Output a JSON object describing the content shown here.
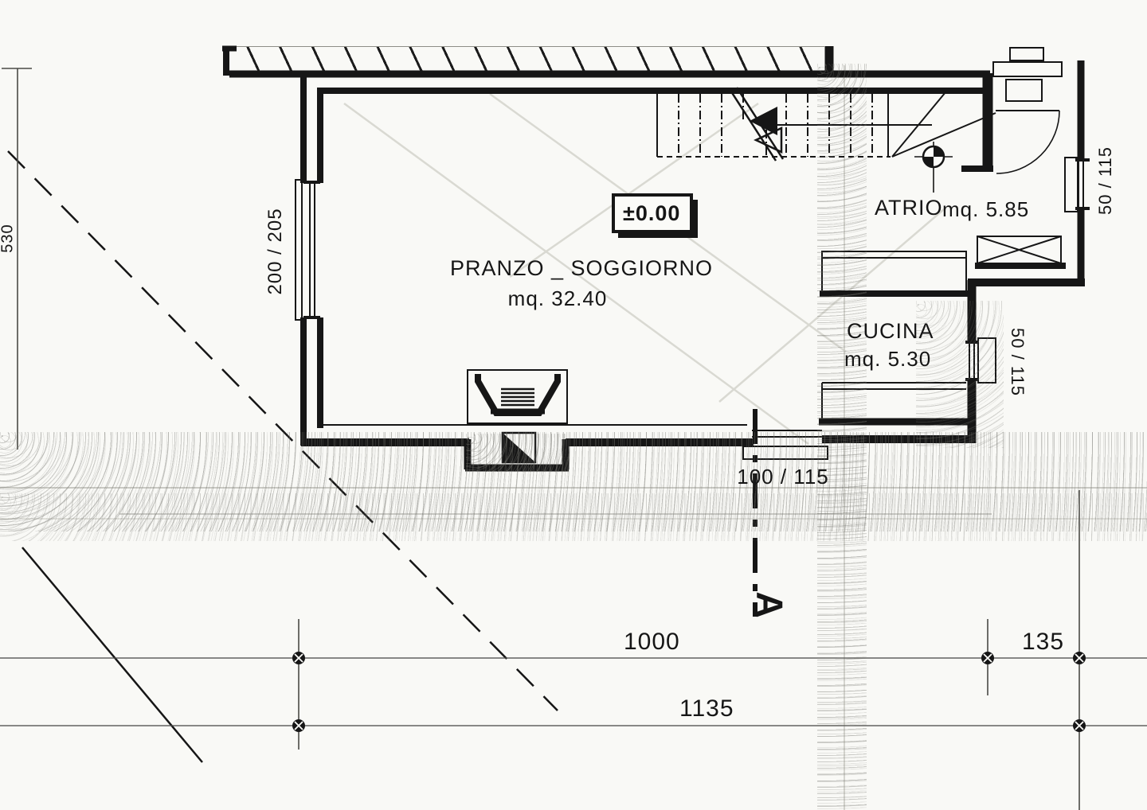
{
  "drawing_type": "architectural floor plan (scanned)",
  "rooms": {
    "living": {
      "name": "PRANZO _ SOGGIORNO",
      "area": "mq. 32.40"
    },
    "kitchen": {
      "name": "CUCINA",
      "area": "mq. 5.30"
    },
    "hall": {
      "name": "ATRIO",
      "area": "mq. 5.85"
    }
  },
  "level_marker": "±0.00",
  "section_marker": "A",
  "dimensions": {
    "left_height": "530",
    "living_window": "200 / 205",
    "hall_window": "50 / 115",
    "kitchen_window": "50 / 115",
    "terrace_door": "100 / 115",
    "plan_width": "1000",
    "side_offset": "135",
    "total_width": "1135"
  },
  "colors": {
    "ink": "#161616",
    "paper": "#f9f9f6",
    "speckle": "#8c8c86"
  }
}
